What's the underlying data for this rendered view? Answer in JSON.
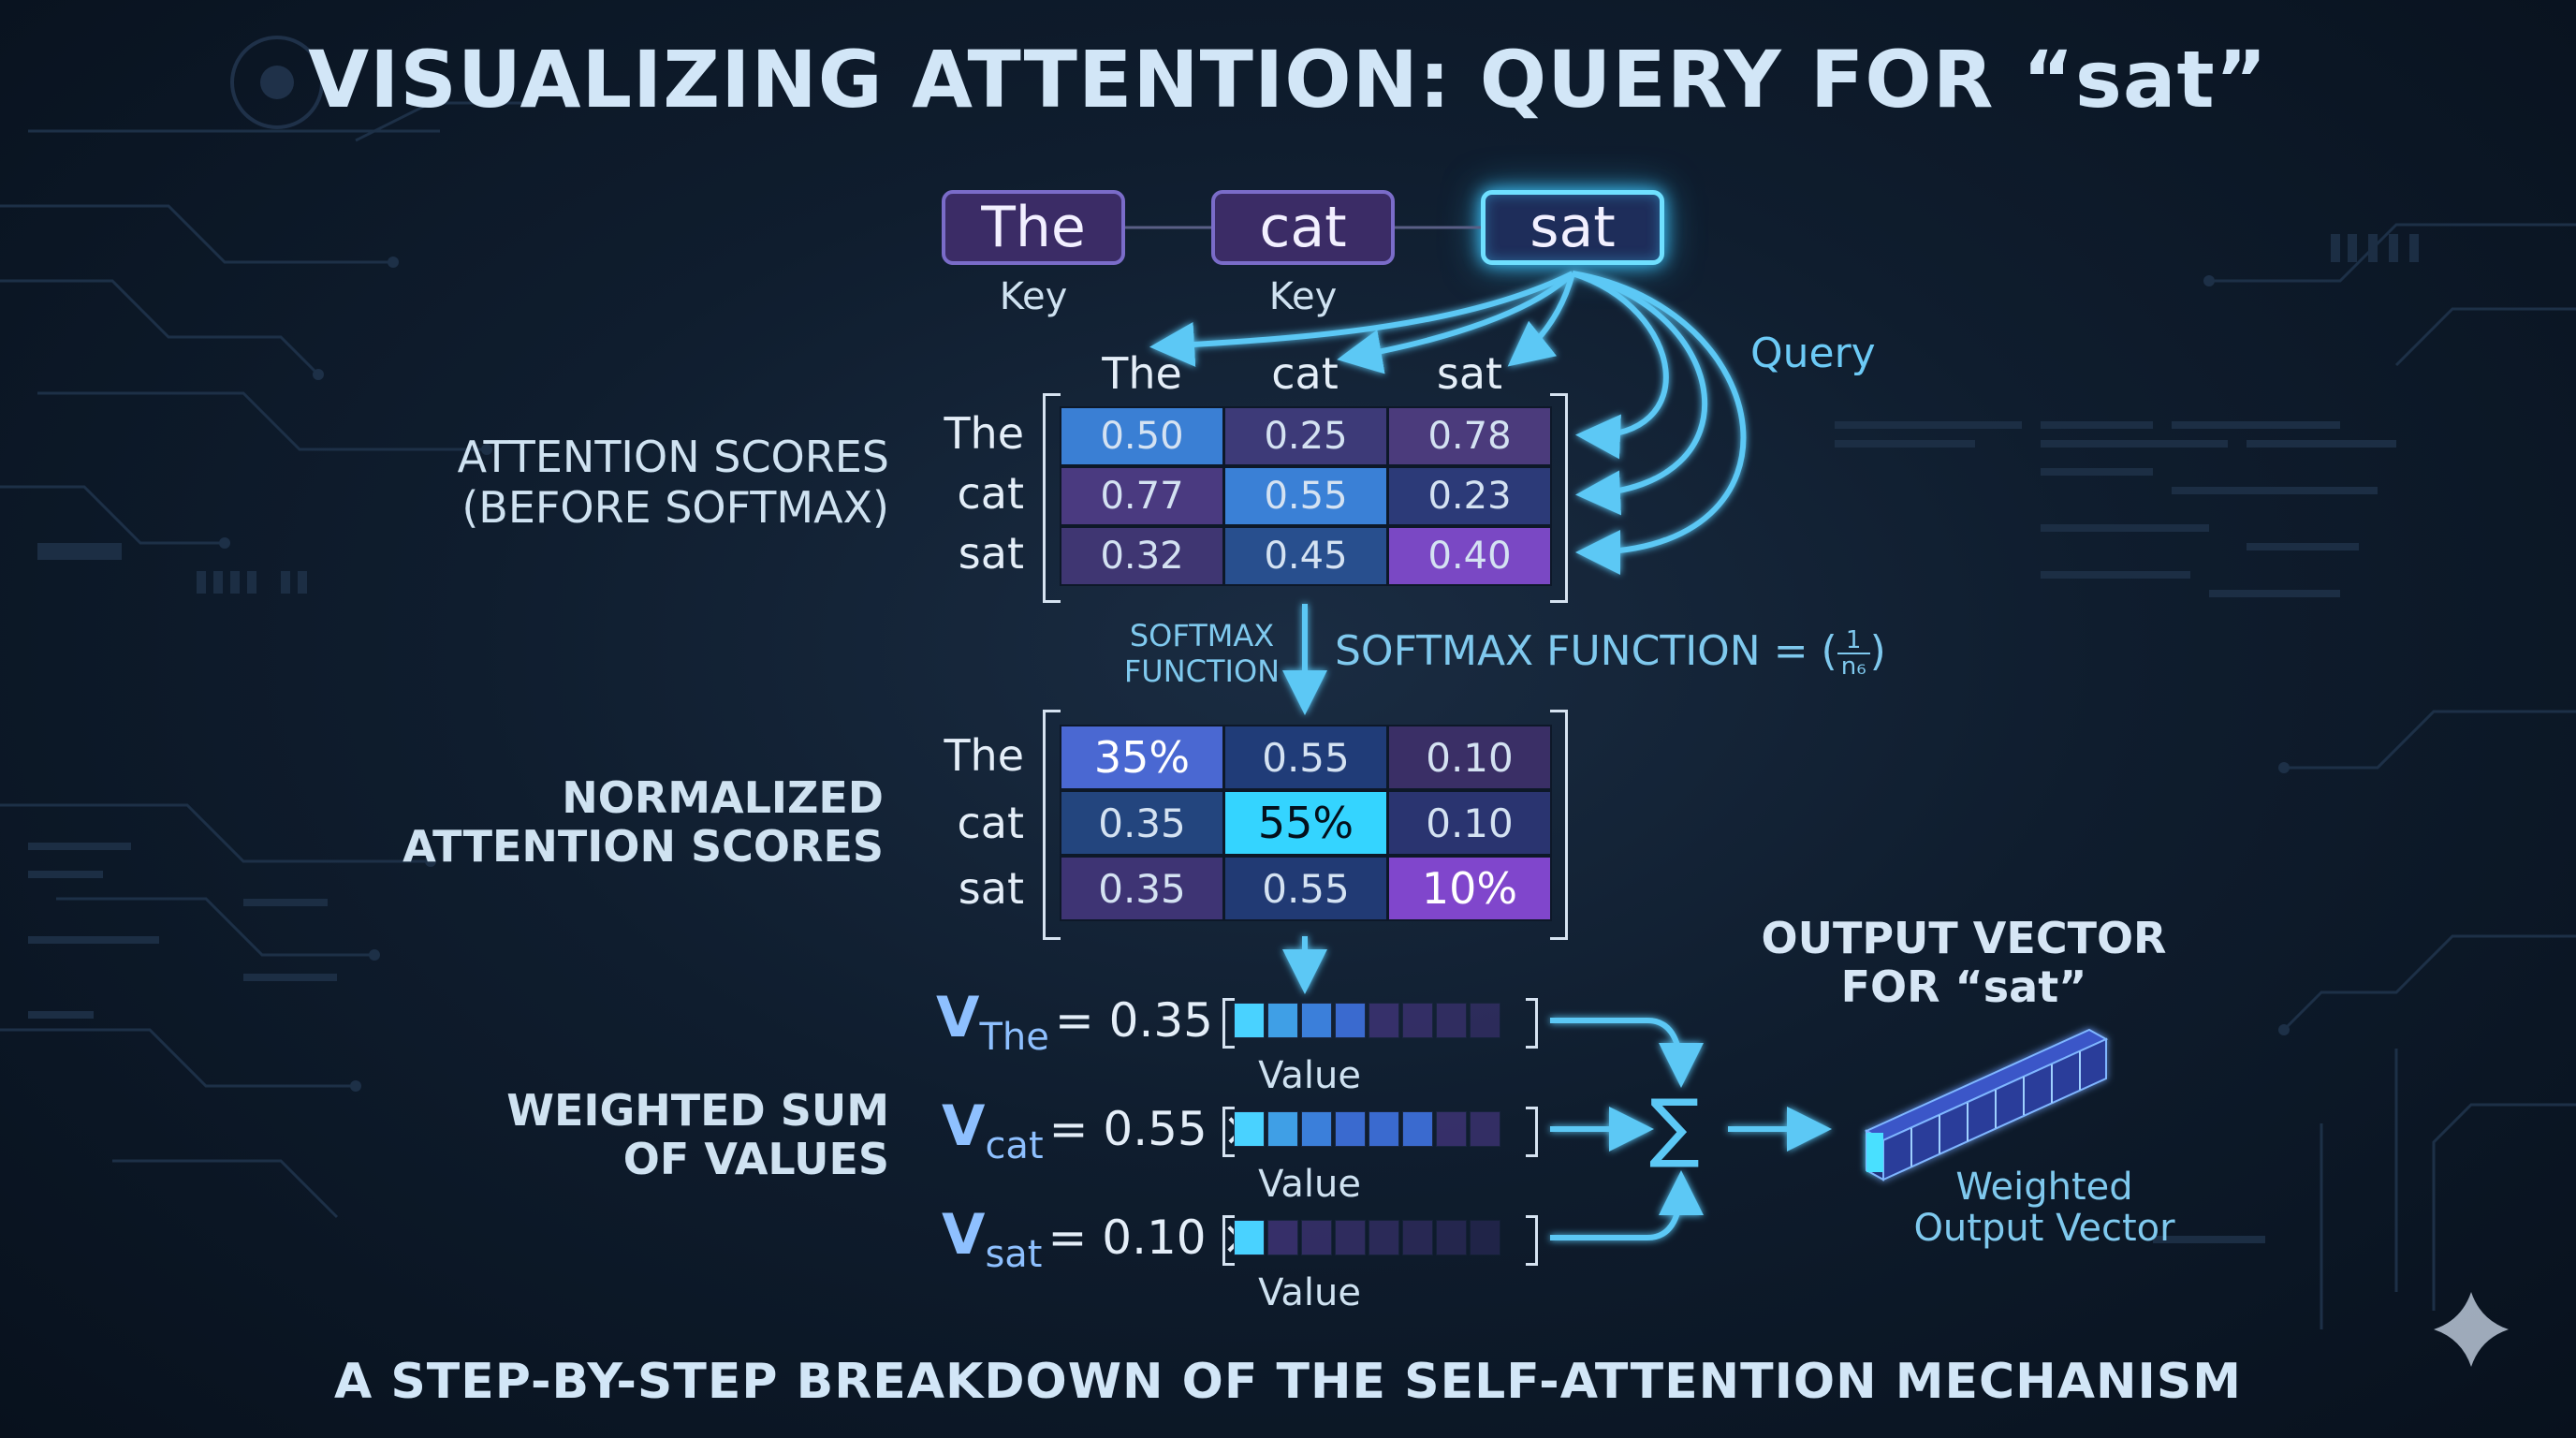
{
  "title": "VISUALIZING ATTENTION: QUERY FOR “sat”",
  "subtitle": "A STEP-BY-STEP BREAKDOWN OF THE SELF-ATTENTION MECHANISM",
  "tokens": [
    {
      "word": "The",
      "role": "Key"
    },
    {
      "word": "cat",
      "role": "Key"
    },
    {
      "word": "sat",
      "role": ""
    }
  ],
  "query_label": "Query",
  "scores": {
    "label_line1": "ATTENTION SCORES",
    "label_line2": "(BEFORE SOFTMAX)",
    "columns": [
      "The",
      "cat",
      "sat"
    ],
    "rows": [
      "The",
      "cat",
      "sat"
    ],
    "values": [
      [
        "0.50",
        "0.25",
        "0.78"
      ],
      [
        "0.77",
        "0.55",
        "0.23"
      ],
      [
        "0.32",
        "0.45",
        "0.40"
      ]
    ]
  },
  "softmax": {
    "small_line1": "SOFTMAX",
    "small_line2": "FUNCTION",
    "formula_text": "SOFTMAX FUNCTION = (",
    "frac_num": "1",
    "frac_den": "n₆",
    "formula_close": ")"
  },
  "normalized": {
    "label_line1": "NORMALIZED",
    "label_line2": "ATTENTION SCORES",
    "rows": [
      "The",
      "cat",
      "sat"
    ],
    "values": [
      [
        "35%",
        "0.55",
        "0.10"
      ],
      [
        "0.35",
        "55%",
        "0.10"
      ],
      [
        "0.35",
        "0.55",
        "10%"
      ]
    ]
  },
  "weighted": {
    "label_line1": "WEIGHTED SUM",
    "label_line2": "OF VALUES",
    "vectors": [
      {
        "v": "V",
        "sub": "The",
        "expr": "= 0.35 ×",
        "value_label": "Value",
        "weight": 0.35
      },
      {
        "v": "V",
        "sub": "cat",
        "expr": "= 0.55 ×",
        "value_label": "Value",
        "weight": 0.55
      },
      {
        "v": "V",
        "sub": "sat",
        "expr": "= 0.10 ×",
        "value_label": "Value",
        "weight": 0.1
      }
    ],
    "sum_symbol": "∑"
  },
  "output": {
    "title_line1": "OUTPUT VECTOR",
    "title_line2": "FOR “sat”",
    "sub_line1": "Weighted",
    "sub_line2": "Output Vector"
  },
  "colors": {
    "accent": "#4fc3f7",
    "query_glow": "#6fe0ff",
    "key_border": "#7a6cc9",
    "background": "#0f1d2e"
  }
}
